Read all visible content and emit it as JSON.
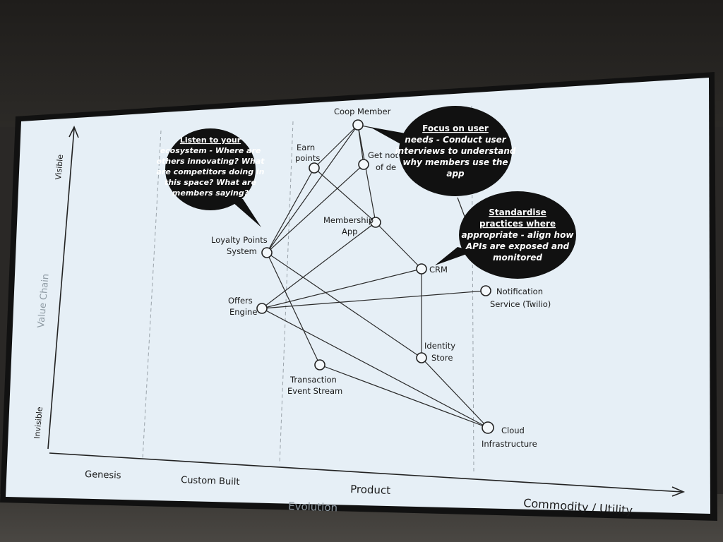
{
  "map": {
    "y_axis": {
      "top": "Visible",
      "middle": "Value Chain",
      "bottom": "Invisible"
    },
    "x_axis": {
      "stages": [
        "Genesis",
        "Custom Built",
        "Product",
        "Commodity / Utility"
      ],
      "title": "Evolution"
    },
    "nodes": {
      "coop_member": "Coop Member",
      "earn_points": [
        "Earn",
        "points"
      ],
      "get_notified": [
        "Get not",
        "of de"
      ],
      "membership_app": [
        "Membership",
        "App"
      ],
      "loyalty_points": [
        "Loyalty Points",
        "System"
      ],
      "crm": "CRM",
      "offers_engine": [
        "Offers",
        "Engine"
      ],
      "notification_service": [
        "Notification",
        "Service (Twilio)"
      ],
      "identity_store": [
        "Identity",
        "Store"
      ],
      "transaction_stream": [
        "Transaction",
        "Event Stream"
      ],
      "cloud": [
        "Cloud",
        "Infrastructure"
      ]
    },
    "bubbles": {
      "ecosystem": {
        "lines": [
          "Listen to your",
          "ecosystem - Where are",
          "others innovating? What",
          "are competitors doing in",
          "this space? What are",
          "members saying?"
        ]
      },
      "user_needs": {
        "lines": [
          "Focus on user",
          "needs - Conduct user",
          "interviews to understand",
          "why members use the",
          "app"
        ]
      },
      "standardise": {
        "lines": [
          "Standardise",
          "practices where",
          "appropriate - align how",
          "APIs are exposed and",
          "monitored"
        ]
      }
    }
  }
}
